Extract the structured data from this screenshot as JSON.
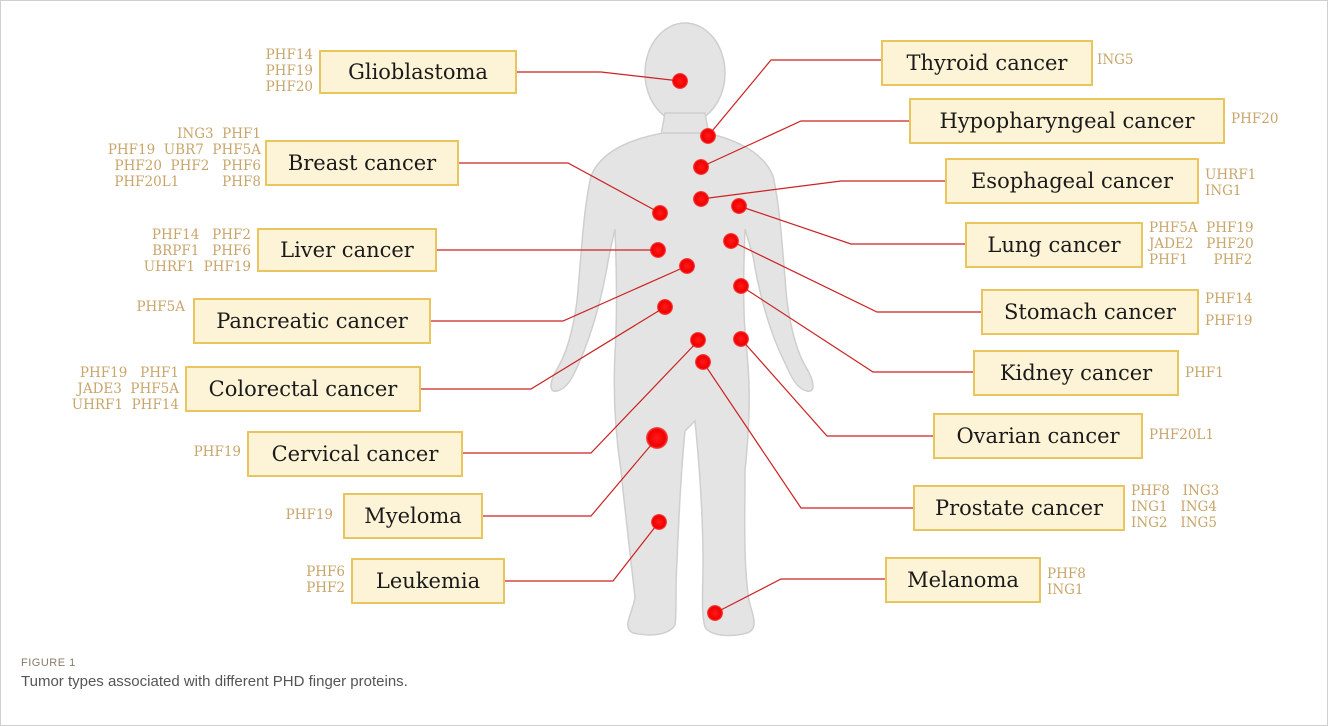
{
  "figure": {
    "label": "FIGURE 1",
    "caption": "Tumor types associated with different PHD finger proteins."
  },
  "colors": {
    "box_fill": "#fdf3d6",
    "box_border": "#e9c560",
    "protein_text": "#c9a56a",
    "leader_line": "#cc2222",
    "dot": "#ff1a1a",
    "body": "#e4e4e4"
  },
  "cancers": {
    "glioblastoma": {
      "name": "Glioblastoma",
      "proteins": [
        "PHF14",
        "PHF19",
        "PHF20"
      ]
    },
    "breast": {
      "name": "Breast cancer",
      "proteins": [
        "ING3  PHF1",
        "PHF19  UBR7  PHF5A",
        "PHF20  PHF2   PHF6",
        "PHF20L1          PHF8"
      ]
    },
    "liver": {
      "name": "Liver cancer",
      "proteins": [
        "PHF14   PHF2",
        "BRPF1   PHF6",
        "UHRF1  PHF19"
      ]
    },
    "pancreatic": {
      "name": "Pancreatic cancer",
      "proteins": [
        "PHF5A"
      ]
    },
    "colorectal": {
      "name": "Colorectal cancer",
      "proteins": [
        "PHF19   PHF1",
        "JADE3  PHF5A",
        "UHRF1  PHF14"
      ]
    },
    "cervical": {
      "name": "Cervical cancer",
      "proteins": [
        "PHF19"
      ]
    },
    "myeloma": {
      "name": "Myeloma",
      "proteins": [
        "PHF19"
      ]
    },
    "leukemia": {
      "name": "Leukemia",
      "proteins": [
        "PHF6",
        "PHF2"
      ]
    },
    "thyroid": {
      "name": "Thyroid cancer",
      "proteins": [
        "ING5"
      ]
    },
    "hypopharyngeal": {
      "name": "Hypopharyngeal cancer",
      "proteins": [
        "PHF20"
      ]
    },
    "esophageal": {
      "name": "Esophageal cancer",
      "proteins": [
        "UHRF1",
        "ING1"
      ]
    },
    "lung": {
      "name": "Lung cancer",
      "proteins": [
        "PHF5A  PHF19",
        "JADE2   PHF20",
        "PHF1      PHF2"
      ]
    },
    "stomach": {
      "name": "Stomach cancer",
      "proteins": [
        "PHF14",
        "PHF19"
      ]
    },
    "kidney": {
      "name": "Kidney cancer",
      "proteins": [
        "PHF1"
      ]
    },
    "ovarian": {
      "name": "Ovarian cancer",
      "proteins": [
        "PHF20L1"
      ]
    },
    "prostate": {
      "name": "Prostate cancer",
      "proteins": [
        "PHF8   ING3",
        "ING1   ING4",
        "ING2   ING5"
      ]
    },
    "melanoma": {
      "name": "Melanoma",
      "proteins": [
        "PHF8",
        "ING1"
      ]
    }
  }
}
